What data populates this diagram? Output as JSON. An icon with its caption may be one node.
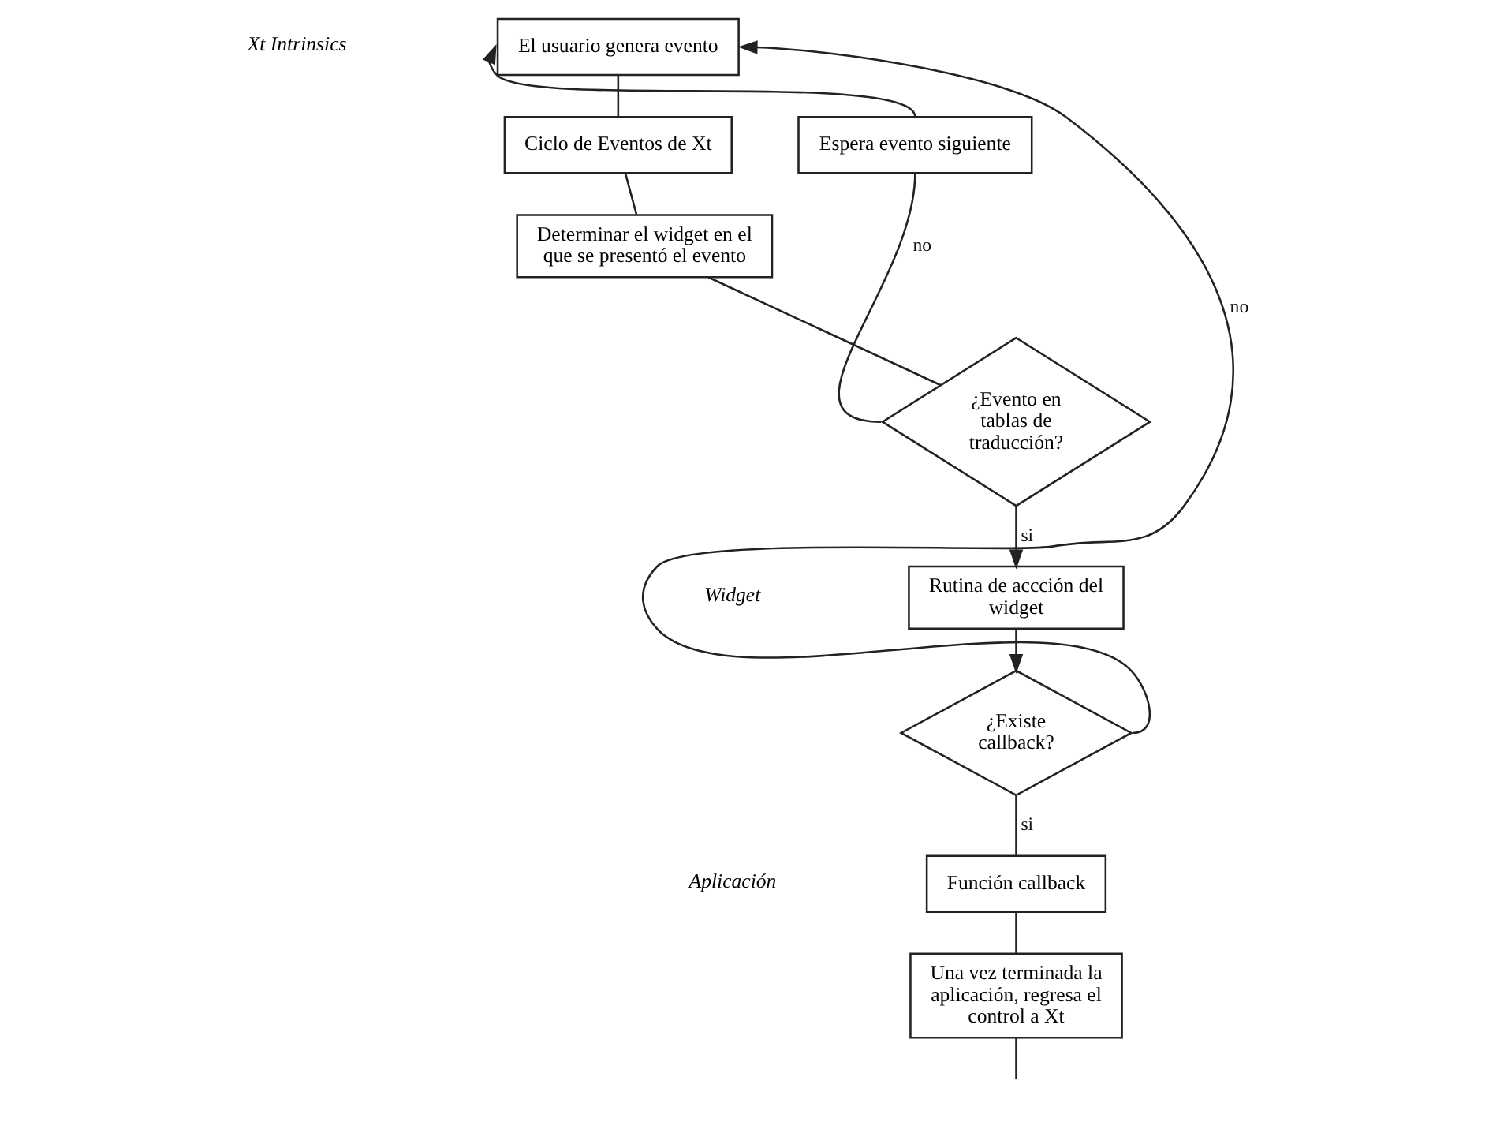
{
  "diagram": {
    "nodes": [
      {
        "text": [
          "El usuario genera evento"
        ]
      },
      {
        "text": [
          "Ciclo de Eventos de Xt"
        ]
      },
      {
        "text": [
          "Determinar el widget en el que se presentó el evento"
        ]
      },
      {
        "text": [
          "¿Evento en tablas de traducción?"
        ]
      },
      {
        "text": [
          "Espera evento siguiente"
        ]
      },
      {
        "text": [
          "Rutina de accción del widget"
        ]
      },
      {
        "text": [
          "¿Existe callback?"
        ]
      },
      {
        "text": [
          "Función callback"
        ]
      },
      {
        "text": [
          "Una vez terminada la aplicación, regresa el control a Xt"
        ]
      }
    ],
    "edges": [
      {
        "from": 0,
        "to": 1,
        "arrow": "none"
      },
      {
        "from": 1,
        "to": 2,
        "arrow": "none"
      },
      {
        "from": 2,
        "to": 3,
        "arrow": "none"
      },
      {
        "from": 3,
        "to": 4,
        "arrow": "none",
        "label": "no"
      },
      {
        "from": 4,
        "to": 0,
        "arrow": "to"
      },
      {
        "from": 3,
        "to": 5,
        "arrow": "to",
        "label": "si"
      },
      {
        "from": 5,
        "to": 6,
        "arrow": "to"
      },
      {
        "from": 6,
        "to": 0,
        "arrow": "to",
        "label": "no"
      },
      {
        "from": 6,
        "to": 7,
        "arrow": "none",
        "label": "si"
      },
      {
        "from": 7,
        "to": 8,
        "arrow": "none"
      },
      {
        "from": 8,
        "to": null,
        "arrow": "none"
      }
    ],
    "labels": [
      "Xt Intrinsics",
      "Widget",
      "Aplicación"
    ]
  }
}
